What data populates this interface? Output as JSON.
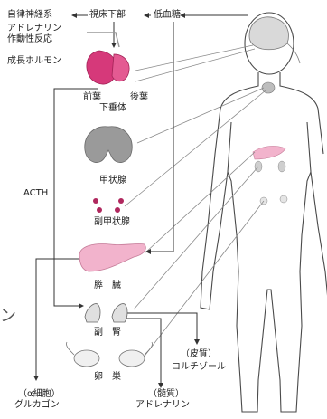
{
  "labels": {
    "autonomic": "自律神経系",
    "hypothalamus": "視床下部",
    "hypoglycemia": "低血糖",
    "adrenaline_action_1": "アドレナリン",
    "adrenaline_action_2": "作動性反応",
    "growth_hormone": "成長ホルモン",
    "anterior": "前葉",
    "posterior": "後葉",
    "pituitary": "下垂体",
    "thyroid": "甲状腺",
    "parathyroid": "副甲状腺",
    "acth": "ACTH",
    "pancreas": "膵　臓",
    "adrenal": "副　腎",
    "ovary": "卵　巣",
    "cortex_paren": "（皮質）",
    "cortisol": "コルチゾール",
    "alpha_cell": "（α細胞）",
    "glucagon": "グルカゴン",
    "medulla_paren": "（髄質）",
    "adrenaline": "アドレナリン",
    "left_edge_fragment": "ン"
  },
  "colors": {
    "pituitary": "#d6397a",
    "pancreas": "#f2b3cc",
    "gland_gray": "#9a9a9a",
    "line": "#333333",
    "pointer": "#888888"
  }
}
